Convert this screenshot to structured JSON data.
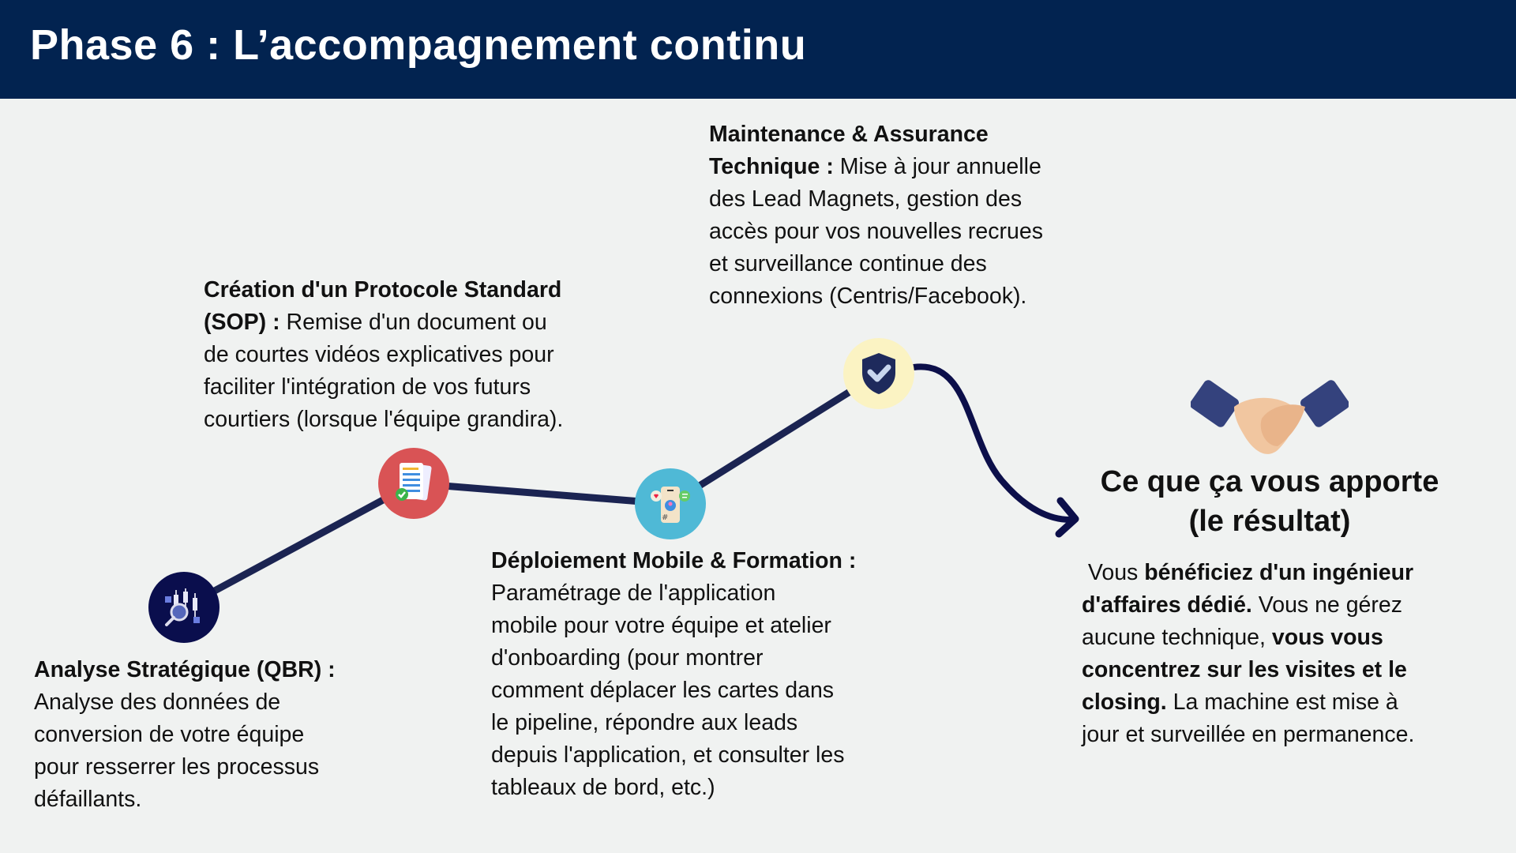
{
  "header": {
    "title": "Phase 6 : L’accompagnement continu"
  },
  "colors": {
    "header_bg": "#022350",
    "line": "#1b2452",
    "arrow": "#0c0f4a",
    "analyse_node": "#0a0e4d",
    "creation_node": "#d95355",
    "deploy_node": "#4fb9d6",
    "maint_node": "#fbf3c3"
  },
  "steps": {
    "analyse": {
      "icon": "chart-analysis-icon",
      "lines": [
        [
          {
            "t": "Analyse Stratégique (QBR) :",
            "b": true
          }
        ],
        [
          {
            "t": "Analyse des données de"
          }
        ],
        [
          {
            "t": "conversion de votre équipe"
          }
        ],
        [
          {
            "t": "pour resserrer les processus"
          }
        ],
        [
          {
            "t": "défaillants."
          }
        ]
      ]
    },
    "creation": {
      "icon": "document-check-icon",
      "lines": [
        [
          {
            "t": "Création d'un Protocole Standard",
            "b": true
          }
        ],
        [
          {
            "t": "(SOP) :",
            "b": true
          },
          {
            "t": " Remise d'un document ou"
          }
        ],
        [
          {
            "t": "de courtes vidéos explicatives pour"
          }
        ],
        [
          {
            "t": "faciliter l'intégration de vos futurs"
          }
        ],
        [
          {
            "t": "courtiers (lorsque l'équipe grandira)."
          }
        ]
      ]
    },
    "deploy": {
      "icon": "mobile-social-icon",
      "lines": [
        [
          {
            "t": "Déploiement Mobile & Formation :",
            "b": true
          }
        ],
        [
          {
            "t": "Paramétrage de l'application"
          }
        ],
        [
          {
            "t": "mobile pour votre équipe et atelier"
          }
        ],
        [
          {
            "t": "d'onboarding (pour montrer"
          }
        ],
        [
          {
            "t": "comment déplacer les cartes dans"
          }
        ],
        [
          {
            "t": "le pipeline, répondre aux leads"
          }
        ],
        [
          {
            "t": "depuis l'application, et consulter les"
          }
        ],
        [
          {
            "t": "tableaux de bord, etc.)"
          }
        ]
      ]
    },
    "maint": {
      "icon": "shield-check-icon",
      "lines": [
        [
          {
            "t": "Maintenance & Assurance",
            "b": true
          }
        ],
        [
          {
            "t": "Technique :",
            "b": true
          },
          {
            "t": " Mise à jour annuelle"
          }
        ],
        [
          {
            "t": "des Lead Magnets, gestion des"
          }
        ],
        [
          {
            "t": "accès pour vos nouvelles recrues"
          }
        ],
        [
          {
            "t": "et surveillance continue des"
          }
        ],
        [
          {
            "t": "connexions (Centris/Facebook)."
          }
        ]
      ]
    }
  },
  "result": {
    "icon": "handshake-icon",
    "title_line1": "Ce que ça vous apporte",
    "title_line2": "(le résultat)",
    "lines": [
      [
        {
          "t": " Vous "
        },
        {
          "t": "bénéficiez d'un ingénieur",
          "b": true
        }
      ],
      [
        {
          "t": "d'affaires dédié.",
          "b": true
        },
        {
          "t": " Vous ne gérez"
        }
      ],
      [
        {
          "t": "aucune technique, "
        },
        {
          "t": "vous vous",
          "b": true
        }
      ],
      [
        {
          "t": "concentrez sur les visites et le",
          "b": true
        }
      ],
      [
        {
          "t": "closing.",
          "b": true
        },
        {
          "t": " La machine est mise à"
        }
      ],
      [
        {
          "t": "jour et surveillée en permanence."
        }
      ]
    ]
  }
}
